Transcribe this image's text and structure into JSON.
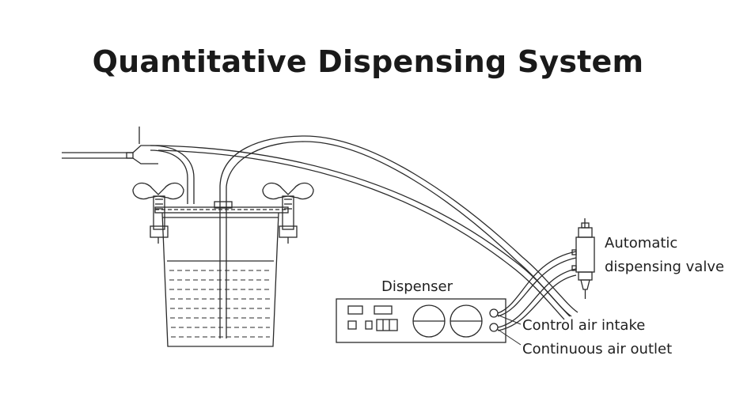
{
  "title": "Quantitative Dispensing System",
  "labels": {
    "dispenser": "Dispenser",
    "valve_line1": "Automatic",
    "valve_line2": "dispensing valve",
    "control_air_intake": "Control air intake",
    "continuous_air_outlet": "Continuous air outlet"
  },
  "colors": {
    "line": "#2a2a2a",
    "text": "#1f1f1f",
    "background": "#ffffff"
  }
}
